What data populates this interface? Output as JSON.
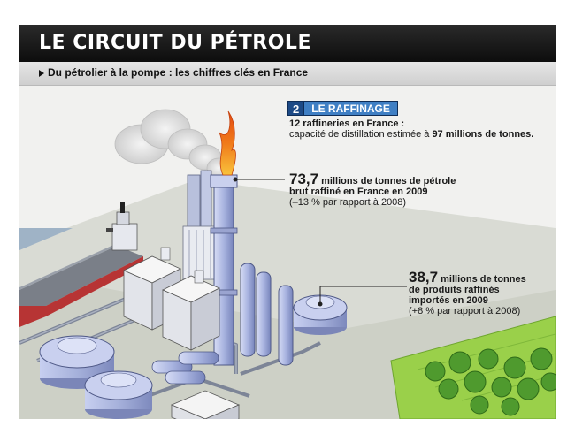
{
  "header": {
    "title": "LE CIRCUIT DU PÉTROLE"
  },
  "subheader": {
    "text": "Du pétrolier à la pompe : les chiffres clés en France"
  },
  "badge": {
    "number": "2",
    "label": "LE RAFFINAGE"
  },
  "info1": {
    "line1": "12 raffineries en France :",
    "line2_prefix": "capacité de distillation estimée à ",
    "line2_bold": "97 millions de tonnes."
  },
  "stat1": {
    "value": "73,7",
    "line1": " millions de tonnes de pétrole",
    "line2": "brut raffiné en France en 2009",
    "line3": "(–13 % par rapport à 2008)"
  },
  "stat2": {
    "value": "38,7",
    "line1": " millions de tonnes",
    "line2": "de produits raffinés",
    "line3": "importés en 2009",
    "line4": "(+8 % par rapport à 2008)"
  },
  "colors": {
    "header": "#111111",
    "badge_dark": "#1d4a86",
    "badge_light": "#3f7fc4",
    "tank": "#a9b4dc",
    "grass": "#9ad04a",
    "flame": "#f07a1a"
  }
}
